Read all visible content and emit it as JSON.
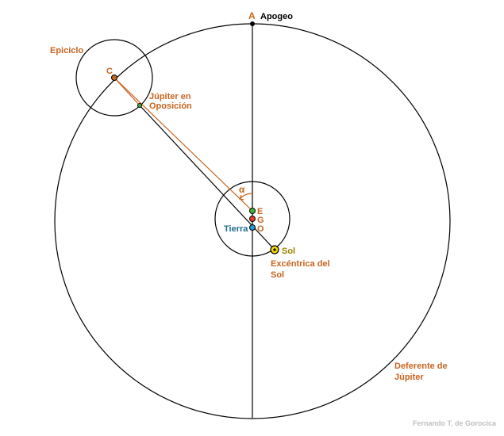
{
  "colors": {
    "line": "#000000",
    "orange": "#c8641e",
    "gold": "#9a8200",
    "blue": "#1e6e8c",
    "green": "#3cb43c",
    "red": "#e63c28",
    "credit": "#bfbfbf"
  },
  "labels": {
    "apogee_letter": "A",
    "apogee": "Apogeo",
    "epicycle": "Epiciclo",
    "center_c": "C",
    "jupiter_line1": "Júpiter en",
    "jupiter_line2": "Oposición",
    "alpha": "α",
    "point_e": "E",
    "point_g": "G",
    "point_o": "O",
    "earth": "Tierra",
    "sun": "Sol",
    "eccentric_line1": "Excéntrica del",
    "eccentric_line2": "Sol",
    "deferent_line1": "Deferente de",
    "deferent_line2": "Júpiter",
    "credit": "Fernando T. de Gorocica"
  }
}
